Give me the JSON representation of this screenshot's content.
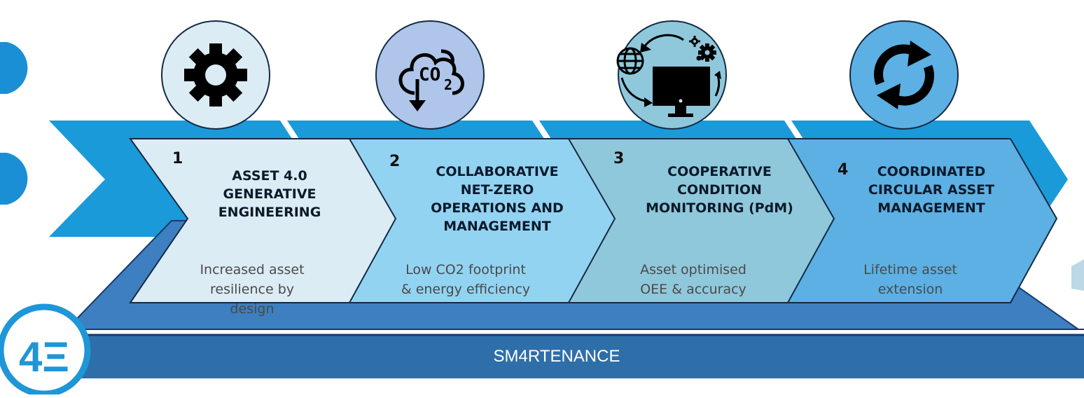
{
  "banner": {
    "label": "SM4RTENANCE"
  },
  "logo": {
    "text": "4Ξ"
  },
  "colors": {
    "bg_arrow": "#1a9ad8",
    "platform_top": "#3d7fc0",
    "platform_front": "#2e6ea9",
    "step1": "#dcecf5",
    "step2": "#93d3f2",
    "step3": "#90c8db",
    "step4": "#5cb0e4"
  },
  "steps": [
    {
      "number": "1",
      "title": [
        "ASSET 4.0",
        "GENERATIVE",
        "ENGINEERING"
      ],
      "description": [
        "Increased asset",
        "resilience by",
        "design"
      ],
      "icon": "gear-icon"
    },
    {
      "number": "2",
      "title": [
        "COLLABORATIVE",
        "NET-ZERO",
        "OPERATIONS AND",
        "MANAGEMENT"
      ],
      "description": [
        "Low CO2 footprint",
        "& energy efficiency"
      ],
      "icon": "co2-cloud-icon",
      "icon_text": "CO",
      "icon_sub": "2"
    },
    {
      "number": "3",
      "title": [
        "COOPERATIVE",
        "CONDITION",
        "MONITORING (PdM)"
      ],
      "description": [
        "Asset optimised",
        "OEE & accuracy"
      ],
      "icon": "monitor-globe-gears-icon"
    },
    {
      "number": "4",
      "title": [
        "COORDINATED",
        "CIRCULAR ASSET",
        "MANAGEMENT"
      ],
      "description": [
        "Lifetime asset",
        "extension"
      ],
      "icon": "refresh-cycle-icon"
    }
  ]
}
